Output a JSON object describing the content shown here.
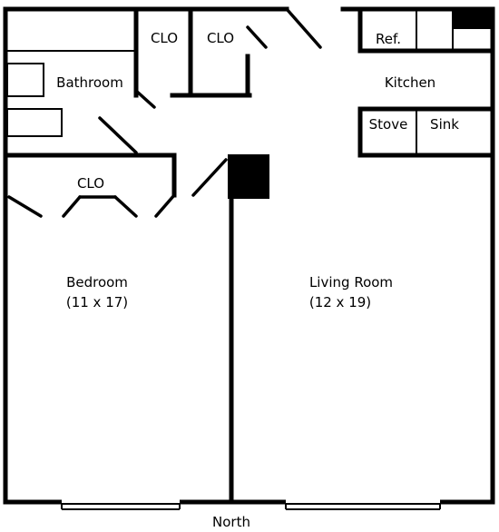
{
  "rooms": {
    "bathroom": "Bathroom",
    "closet_top_left": "CLO",
    "closet_top_right": "CLO",
    "closet_bedroom": "CLO",
    "kitchen": "Kitchen",
    "refrigerator": "Ref.",
    "stove": "Stove",
    "sink": "Sink",
    "bedroom_name": "Bedroom",
    "bedroom_size": "(11 x 17)",
    "living_name": "Living Room",
    "living_size": "(12 x 19)"
  },
  "orientation": {
    "compass_label": "North"
  }
}
